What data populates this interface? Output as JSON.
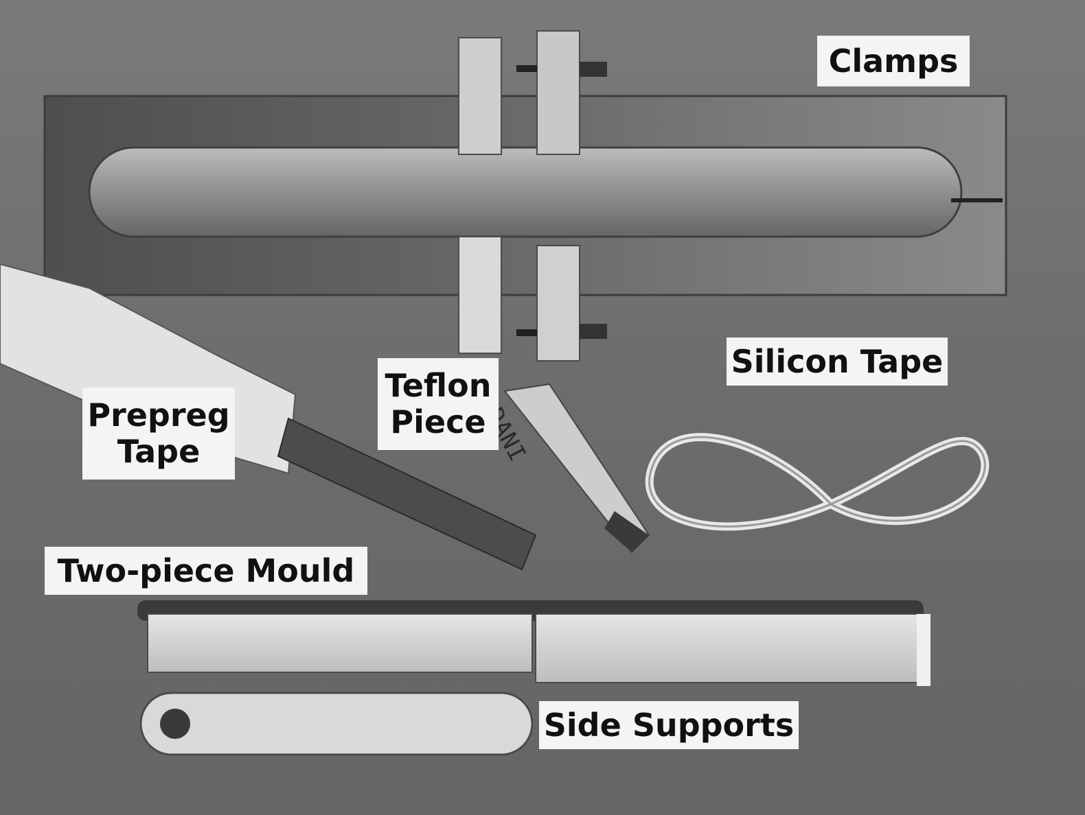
{
  "labels": {
    "clamps": "Clamps",
    "silicon_tape": "Silicon Tape",
    "teflon_piece": [
      "Teflon",
      "Piece"
    ],
    "prepreg_tape": [
      "Prepreg",
      "Tape"
    ],
    "two_piece_mould": "Two-piece Mould",
    "side_supports": "Side Supports"
  },
  "handwriting": "DANI",
  "colors": {
    "background": "#6f6f6f",
    "metal_dark": "#5a5a5a",
    "metal_light": "#d8d8d8",
    "label_bg": "#f4f4f4",
    "label_text": "#111111"
  }
}
